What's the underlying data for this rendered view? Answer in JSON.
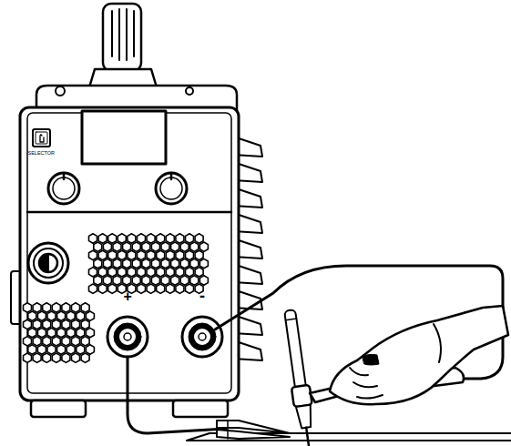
{
  "diagram": {
    "labels": [
      "SELECTOR",
      "+",
      "-"
    ]
  }
}
